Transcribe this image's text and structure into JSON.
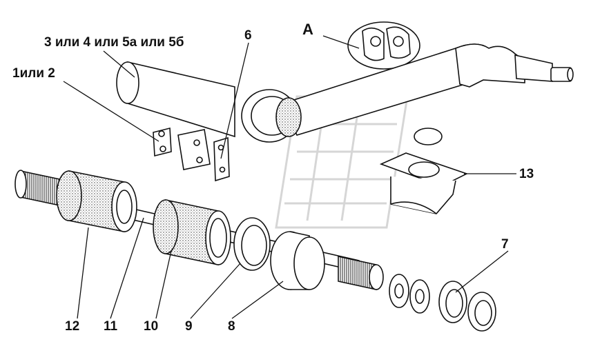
{
  "diagram": {
    "view_label": "A",
    "callouts": {
      "c_3456": "3 или 4 или 5а или 5б",
      "c_12": "1или 2",
      "c_6": "6",
      "c_13": "13",
      "c_7": "7",
      "c_12b": "12",
      "c_11": "11",
      "c_10": "10",
      "c_9": "9",
      "c_8": "8"
    },
    "colors": {
      "ink": "#111111",
      "paper": "#ffffff",
      "watermark": "#d6d6d6"
    }
  }
}
